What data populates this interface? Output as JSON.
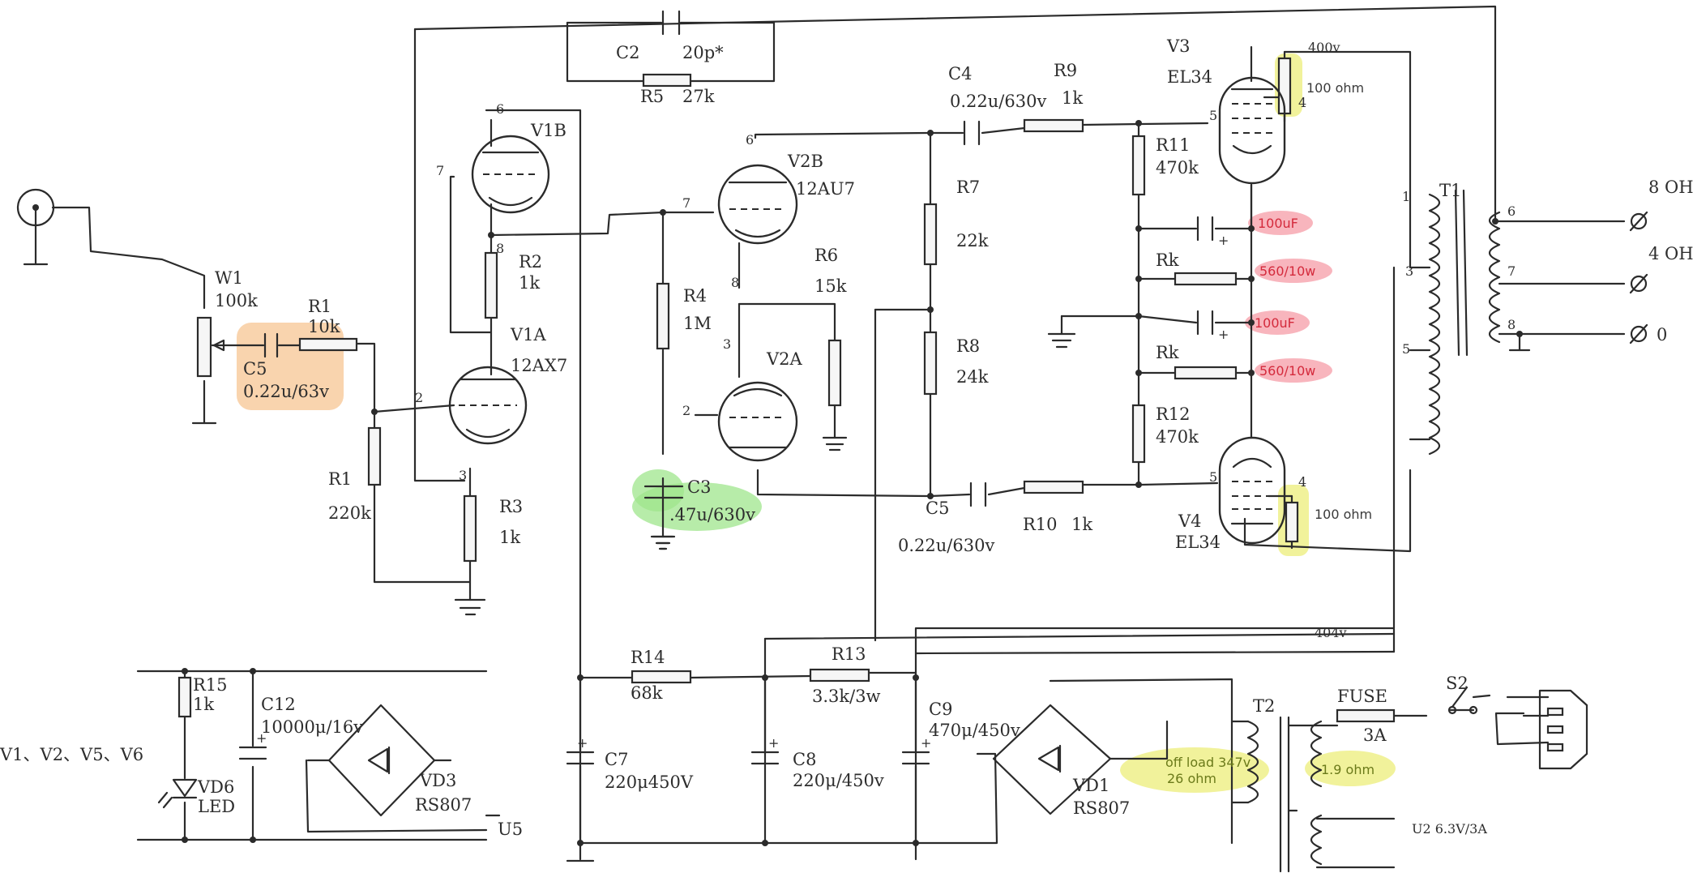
{
  "colors": {
    "wire": "#2b2b2b",
    "highlight_orange": "#f7c99a",
    "highlight_green": "#9fe58c",
    "highlight_yellow": "#eef08a",
    "highlight_red": "#f6a3ad",
    "note_red": "#d42a3c",
    "note_olive": "#6b7a1a"
  },
  "labels": {
    "c2": "C2",
    "c2_val": "20p*",
    "r5": "R5",
    "r5_val": "27k",
    "v1b": "V1B",
    "v1a": "V1A",
    "v1a_type": "12AX7",
    "w1": "W1",
    "w1_val": "100k",
    "r1a": "R1",
    "r1a_val": "10k",
    "c5a": "C5",
    "c5a_val": "0.22u/63v",
    "r1b": "R1",
    "r1b_val": "220k",
    "r2": "R2",
    "r2_val": "1k",
    "r3": "R3",
    "r3_val": "1k",
    "v2b": "V2B",
    "v2b_type": "12AU7",
    "r4": "R4",
    "r4_val": "1M",
    "r6": "R6",
    "r6_val": "15k",
    "v2a": "V2A",
    "c3": "C3",
    "c3_val": ".47u/630v",
    "c4": "C4",
    "c4_val": "0.22u/630v",
    "r9": "R9",
    "r9_val": "1k",
    "r7": "R7",
    "r7_val": "22k",
    "r8": "R8",
    "r8_val": "24k",
    "c5b": "C5",
    "c5b_val": "0.22u/630v",
    "r10": "R10",
    "r10_val": "1k",
    "v3": "V3",
    "v3_type": "EL34",
    "v4": "V4",
    "v4_type": "EL34",
    "v_400": "400v",
    "r11": "R11",
    "r11_val": "470k",
    "r12": "R12",
    "r12_val": "470k",
    "rk1": "Rk",
    "rk2": "Rk",
    "t1": "T1",
    "out_8": "8 OH",
    "out_4": "4 OH",
    "out_0": "0",
    "v_404": "404v",
    "r14": "R14",
    "r14_val": "68k",
    "r13": "R13",
    "r13_val": "3.3k/3w",
    "c9": "C9",
    "c9_val": "470μ/450v",
    "c7": "C7",
    "c7_val": "220μ450V",
    "c8": "C8",
    "c8_val": "220μ/450v",
    "r15": "R15",
    "r15_val": "1k",
    "c12": "C12",
    "c12_val": "10000μ/16v",
    "vd6": "VD6",
    "vd6_val": "LED",
    "vd3": "VD3",
    "vd3_val": "RS807",
    "vd1": "VD1",
    "vd1_val": "RS807",
    "u5": "U5",
    "heaters": "V1、V2、V5、V6",
    "t2": "T2",
    "fuse": "FUSE",
    "fuse_val": "3A",
    "s2": "S2",
    "u2": "U2 6.3V/3A",
    "pin_1": "1",
    "pin_3": "3",
    "pin_5": "5",
    "pin_6": "6",
    "pin_7": "7",
    "pin_8": "8",
    "pin_2": "2",
    "pin_4": "4"
  },
  "notes": {
    "r_screen_top": "100 ohm",
    "r_screen_bottom": "100 ohm",
    "cap_top1": "100uF",
    "rk_top1": "560/10w",
    "cap_top2": "100uF",
    "rk_top2": "560/10w",
    "t2_primary": "off load 347v",
    "t2_primary_r": "26 ohm",
    "t2_secondary_r": "1.9 ohm"
  }
}
